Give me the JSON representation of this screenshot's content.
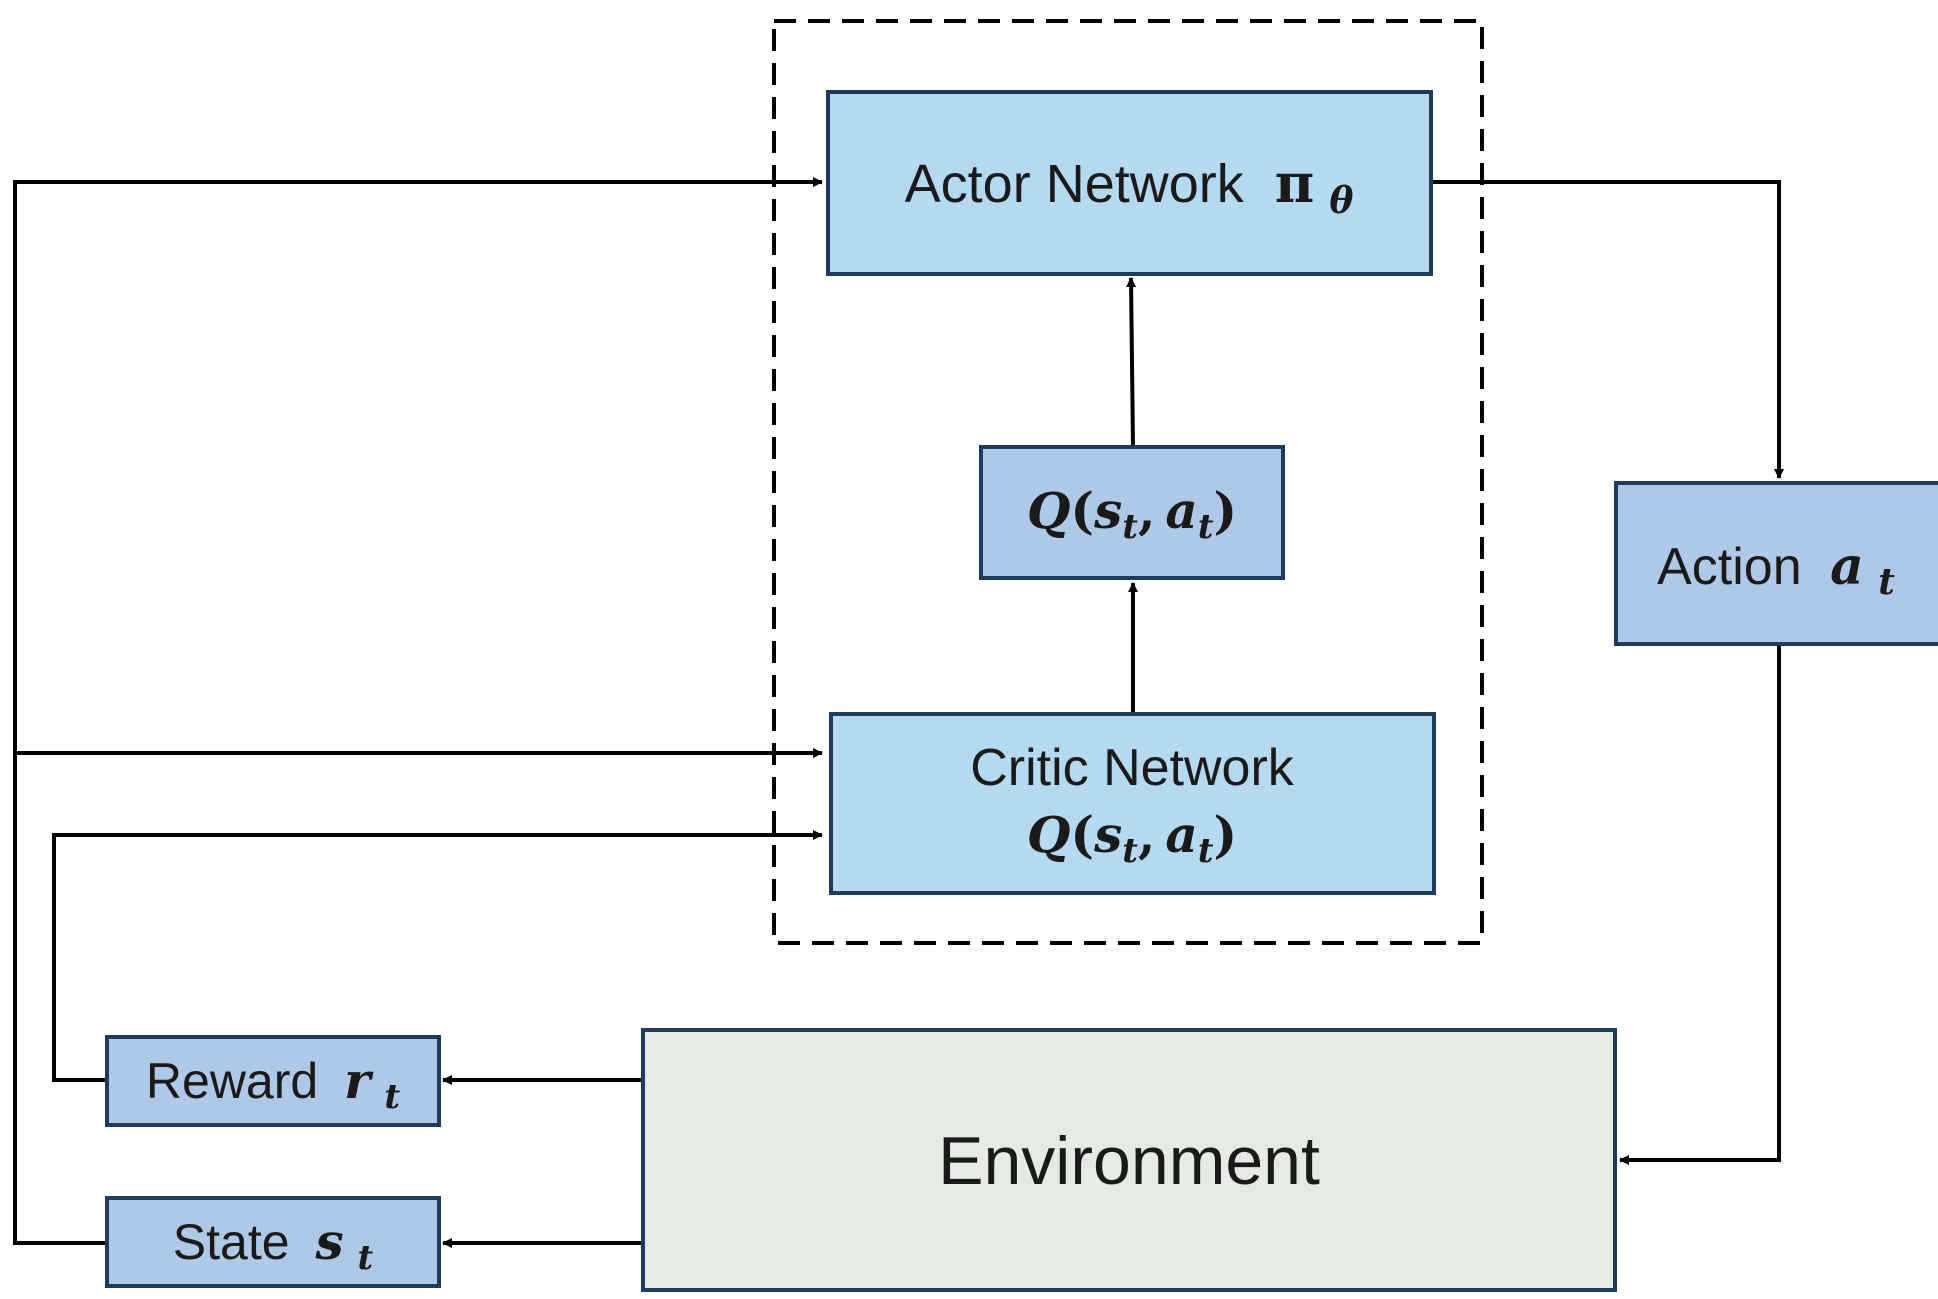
{
  "colors": {
    "network_fill": "#b4d9f0",
    "value_fill": "#b0c8e8",
    "environment_fill": "#e5eae3",
    "border": "#1f3b5c",
    "line": "#000000"
  },
  "actor": {
    "label": "Actor Network",
    "symbol": "π",
    "subscript": "θ"
  },
  "q_value": {
    "q": "Q",
    "open": "(",
    "s": "s",
    "s_sub": "t",
    "comma": ",",
    "a": "a",
    "a_sub": "t",
    "close": ")"
  },
  "critic": {
    "label": "Critic Network",
    "q": "Q",
    "open": "(",
    "s": "s",
    "s_sub": "t",
    "comma": ",",
    "a": "a",
    "a_sub": "t",
    "close": ")"
  },
  "action": {
    "label": "Action",
    "symbol": "a",
    "subscript": "t"
  },
  "reward": {
    "label": "Reward",
    "symbol": "r",
    "subscript": "t"
  },
  "state": {
    "label": "State",
    "symbol": "s",
    "subscript": "t"
  },
  "environment": {
    "label": "Environment"
  }
}
